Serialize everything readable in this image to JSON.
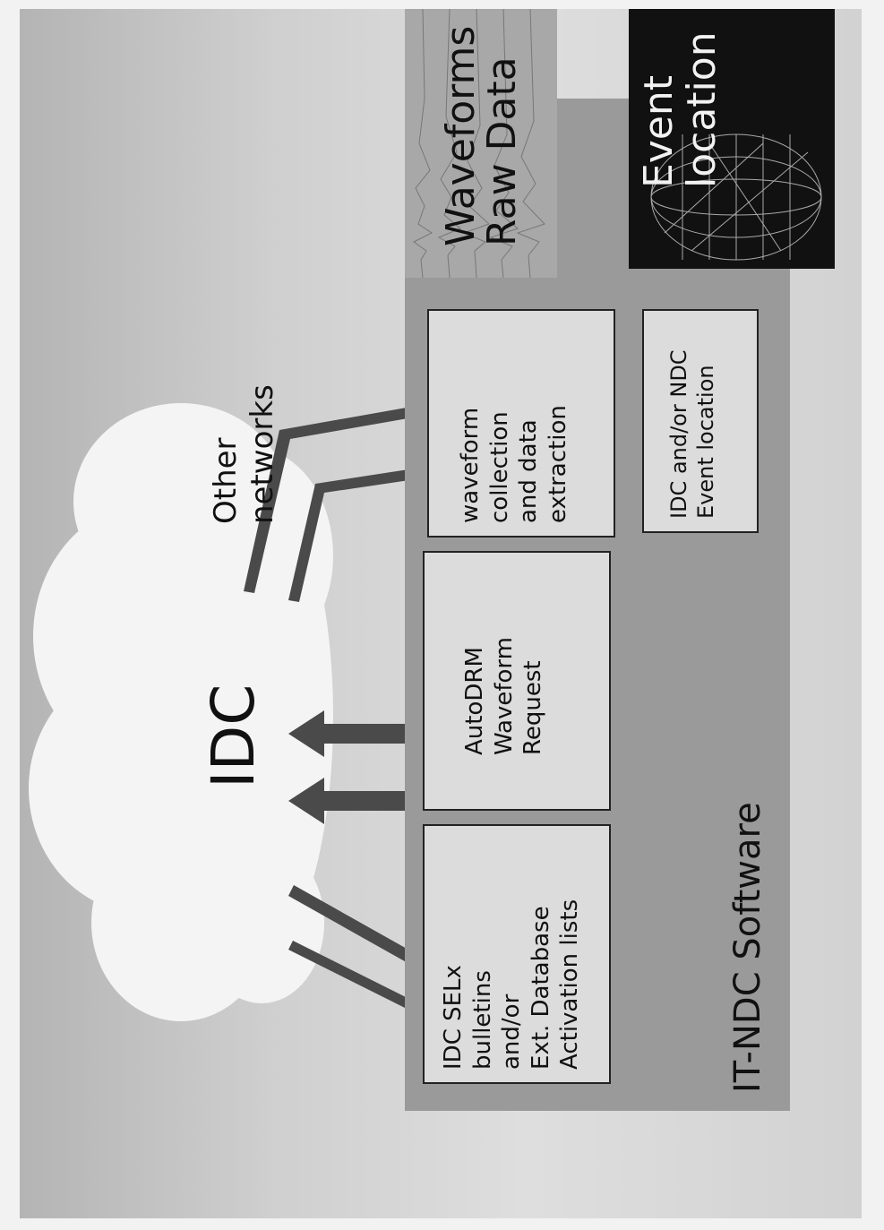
{
  "software": {
    "label": "IT-NDC Software"
  },
  "boxes": {
    "selx": {
      "lines": [
        "IDC SELx",
        "bulletins",
        "and/or",
        "Ext. Database",
        "Activation lists"
      ]
    },
    "autodrm": {
      "lines": [
        "AutoDRM",
        "Waveform",
        "Request"
      ]
    },
    "waveform": {
      "lines": [
        "waveform",
        "collection",
        "and data",
        "extraction"
      ]
    },
    "event": {
      "lines": [
        "IDC and/or NDC",
        "Event location"
      ]
    }
  },
  "cloud": {
    "idc": "IDC",
    "other_lines": [
      "Other",
      "networks"
    ]
  },
  "outputs": {
    "waveforms_lines": [
      "Waveforms",
      "Raw Data"
    ],
    "event_lines": [
      "Event",
      "location"
    ]
  },
  "colors": {
    "arrow": "#555555",
    "panel": "#9a9a9a",
    "box": "#dcdcdc",
    "event_image": "#111111"
  }
}
